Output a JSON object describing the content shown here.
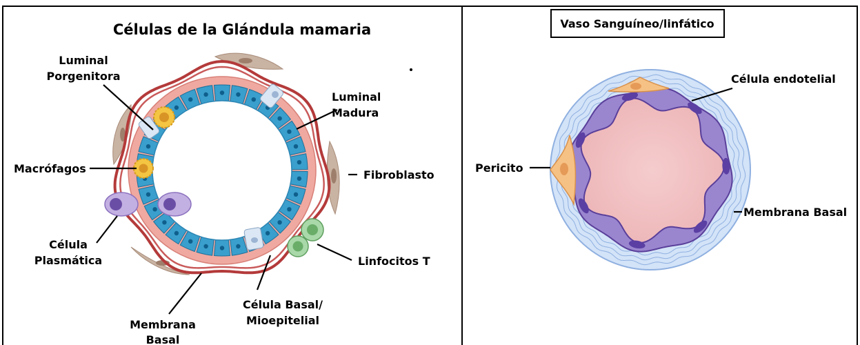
{
  "left": {
    "title": "Células de la Glándula mamaria",
    "labels": {
      "luminal_progenitor_1": "Luminal",
      "luminal_progenitor_2": "Porgenitora",
      "luminal_mature_1": "Luminal",
      "luminal_mature_2": "Madura",
      "macrophages": "Macrófagos",
      "fibroblast": "Fibroblasto",
      "plasma_cell_1": "Célula",
      "plasma_cell_2": "Plasmática",
      "t_lymphocytes": "Linfocitos T",
      "basal_cell_1": "Célula Basal/",
      "basal_cell_2": "Mioepitelial",
      "basement_membrane_1": "Membrana",
      "basement_membrane_2": "Basal"
    }
  },
  "right": {
    "title": "Vaso Sanguíneo/linfático",
    "labels": {
      "endothelial_cell": "Célula endotelial",
      "pericyte": "Pericito",
      "basement_membrane": "Membrana Basal"
    }
  },
  "colors": {
    "luminal_cell": "#3a9fcc",
    "luminal_nucleus": "#0f5f8c",
    "luminal_progenitor": "#dbe7f4",
    "macrophage": "#f4c542",
    "basal_layer": "#efa9a0",
    "basement_membrane": "#b43a3a",
    "fibroblast": "#c9b3a2",
    "plasma_cell": "#b7a2d8",
    "t_cell": "#9bcf9b",
    "vessel_outer": "#c8dcf6",
    "endothelium": "#9a86cf",
    "lumen": "#f2c2c4",
    "pericyte": "#f6c184"
  }
}
